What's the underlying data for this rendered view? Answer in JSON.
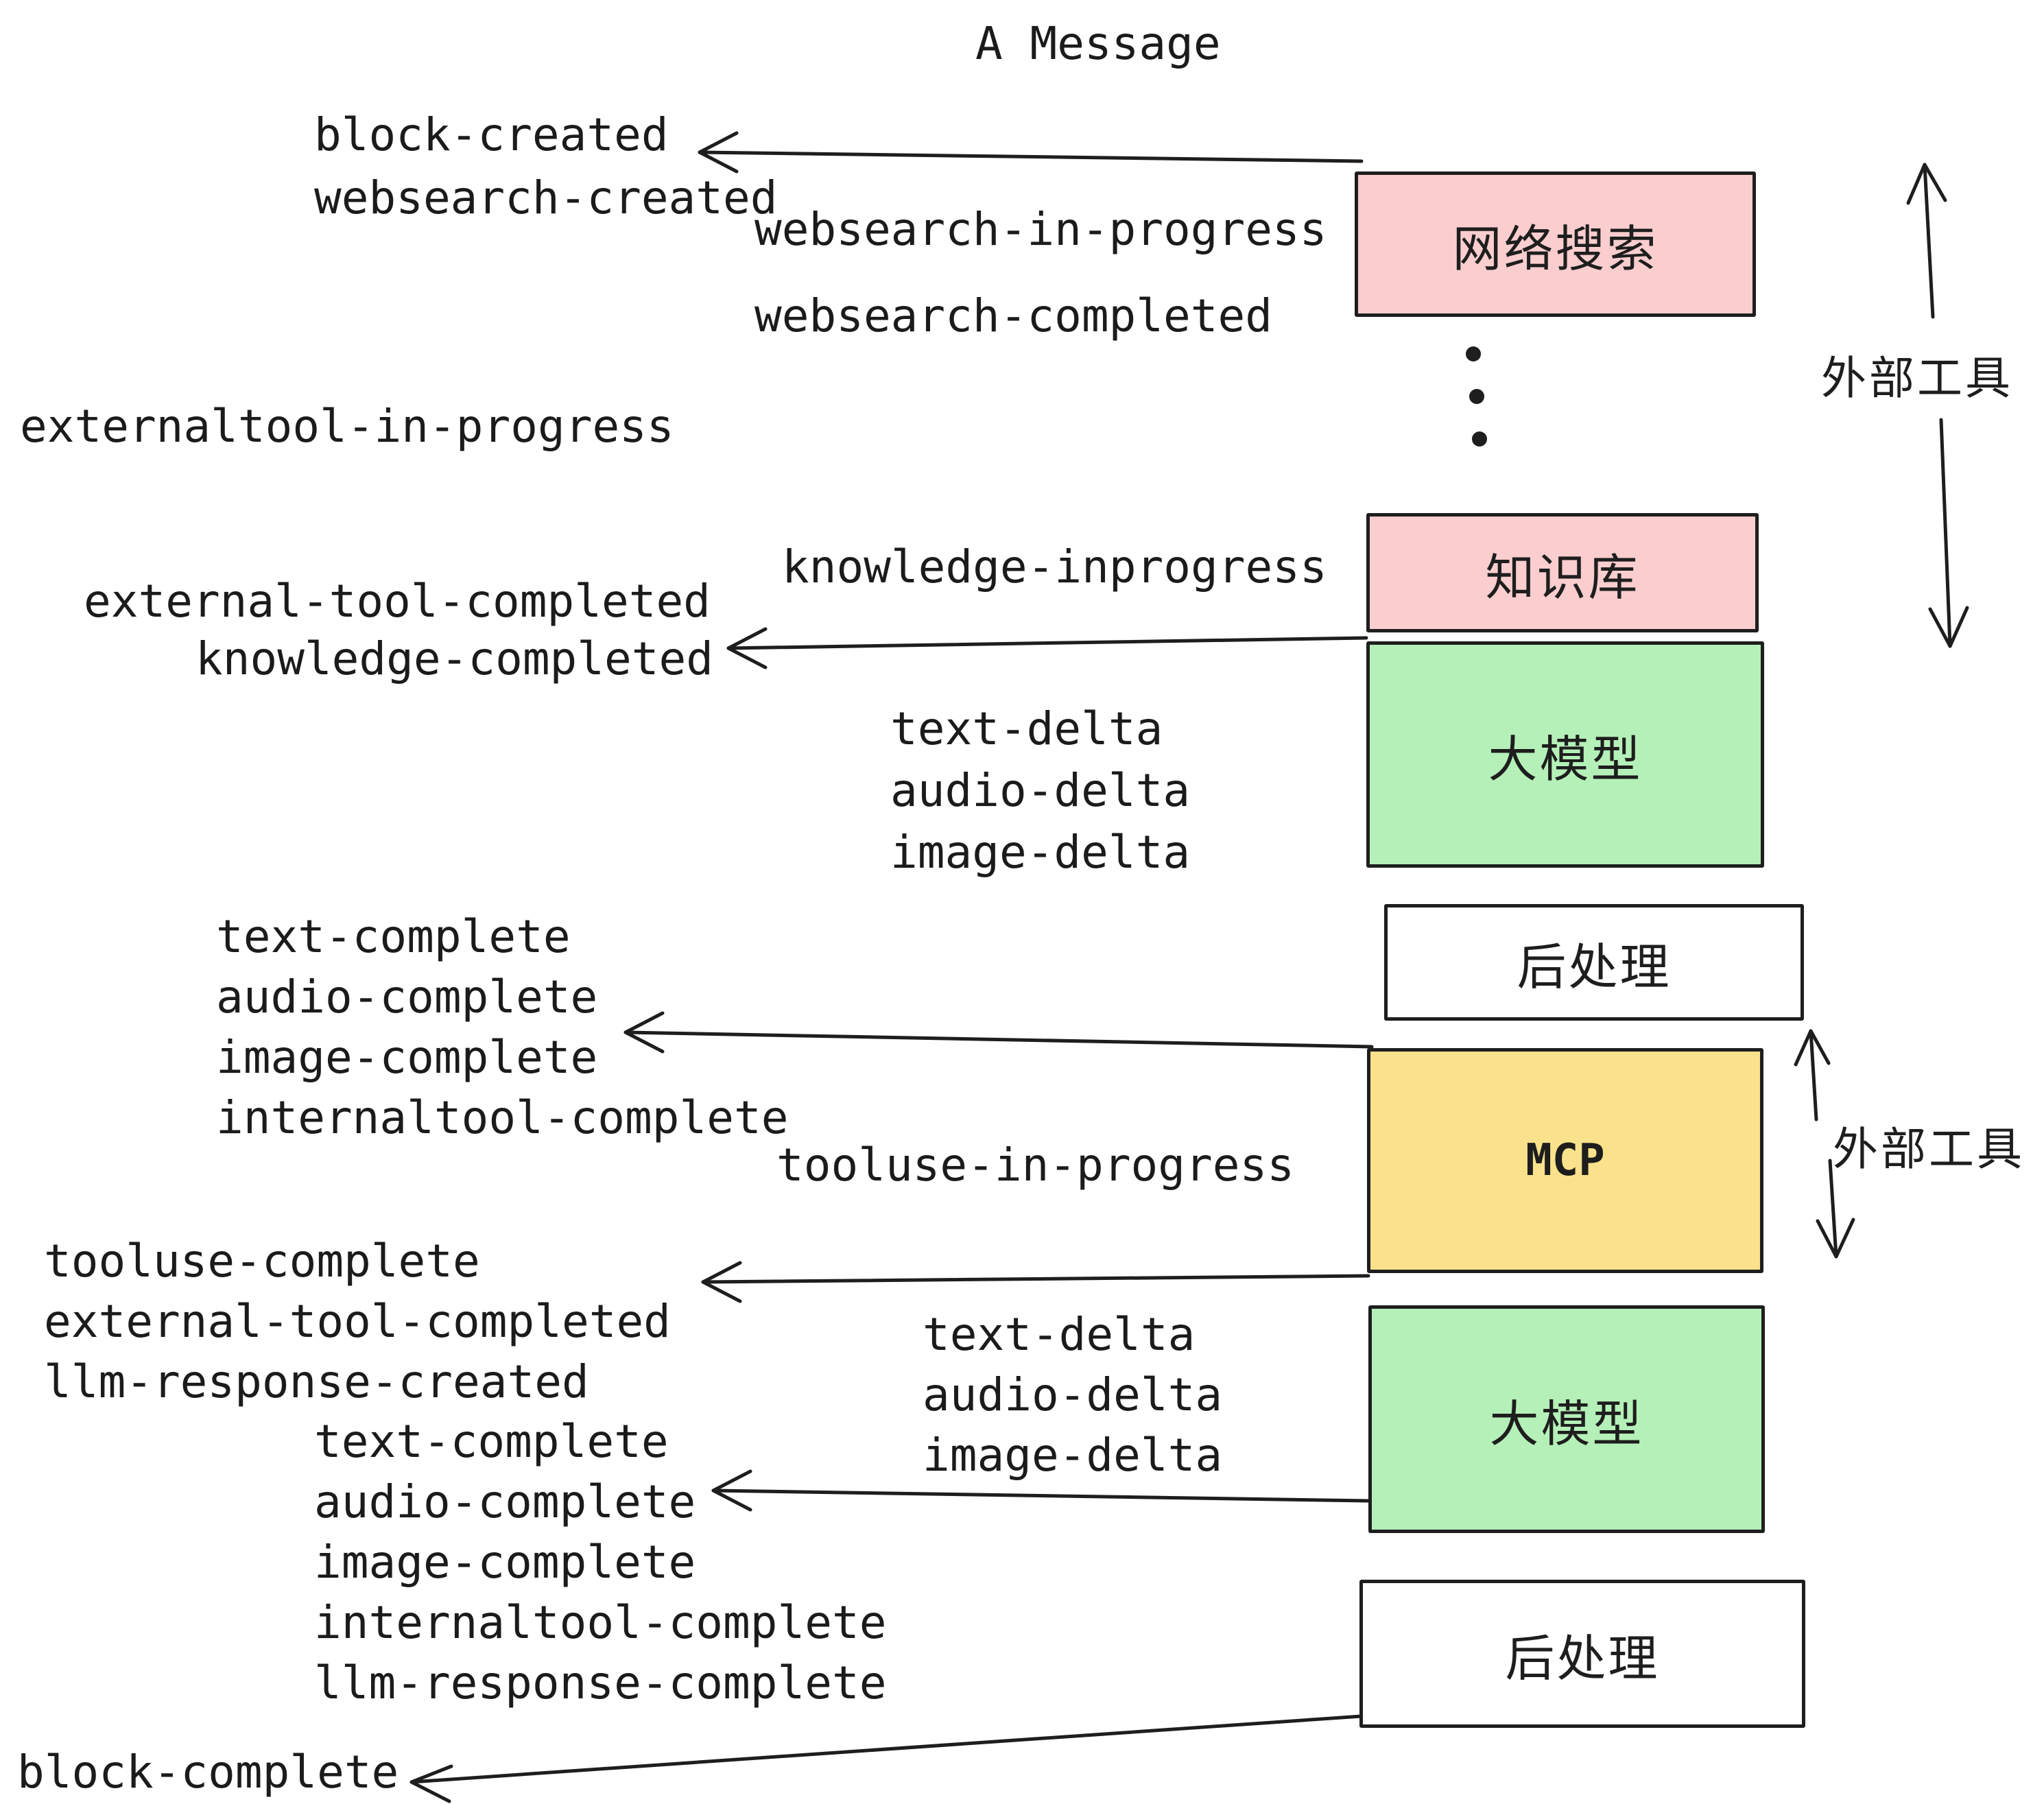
{
  "title": "A Message",
  "colors": {
    "pink": "#facdcf",
    "green": "#b5f0b8",
    "yellow": "#f9e28b",
    "white": "#ffffff",
    "ink": "#1e1e1e"
  },
  "boxes": {
    "websearch": {
      "label": "网络搜索",
      "fill": "pink"
    },
    "knowledge": {
      "label": "知识库",
      "fill": "pink"
    },
    "llm1": {
      "label": "大模型",
      "fill": "green"
    },
    "post1": {
      "label": "后处理",
      "fill": "white"
    },
    "mcp": {
      "label": "MCP",
      "fill": "yellow"
    },
    "llm2": {
      "label": "大模型",
      "fill": "green"
    },
    "post2": {
      "label": "后处理",
      "fill": "white"
    }
  },
  "side_labels": {
    "external_tools": "外部工具"
  },
  "events": {
    "block_created": "block-created",
    "websearch_created": "websearch-created",
    "websearch_in_progress": "websearch-in-progress",
    "websearch_completed": "websearch-completed",
    "externaltool_in_progress": "externaltool-in-progress",
    "knowledge_inprogress": "knowledge-inprogress",
    "external_tool_completed": "external-tool-completed",
    "knowledge_completed": "knowledge-completed",
    "text_delta": "text-delta",
    "audio_delta": "audio-delta",
    "image_delta": "image-delta",
    "text_complete": "text-complete",
    "audio_complete": "audio-complete",
    "image_complete": "image-complete",
    "internaltool_complete": "internaltool-complete",
    "tooluse_in_progress": "tooluse-in-progress",
    "tooluse_complete": "tooluse-complete",
    "llm_response_created": "llm-response-created",
    "llm_response_complete": "llm-response-complete",
    "block_complete": "block-complete"
  }
}
